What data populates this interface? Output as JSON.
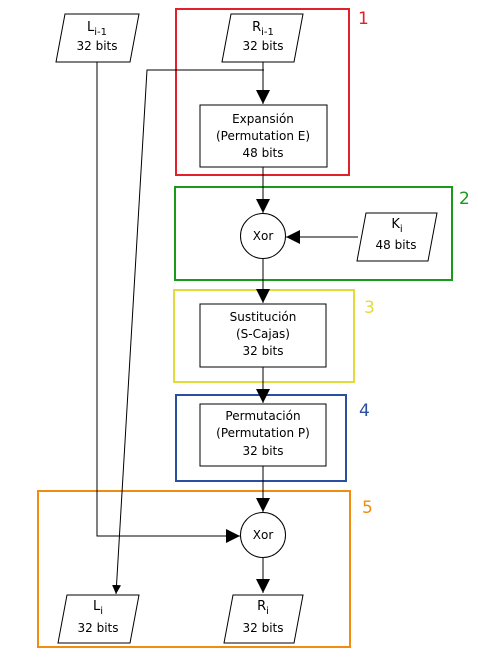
{
  "nodes": {
    "l_in": {
      "main": "L",
      "sub": "i-1",
      "bits": "32 bits"
    },
    "r_in": {
      "main": "R",
      "sub": "i-1",
      "bits": "32 bits"
    },
    "expansion": {
      "line1": "Expansión",
      "line2": "(Permutation E)",
      "line3": "48 bits"
    },
    "xor1": {
      "label": "Xor"
    },
    "key": {
      "main": "K",
      "sub": "i",
      "bits": "48 bits"
    },
    "sbox": {
      "line1": "Sustitución",
      "line2": "(S-Cajas)",
      "line3": "32 bits"
    },
    "perm": {
      "line1": "Permutación",
      "line2": "(Permutation P)",
      "line3": "32 bits"
    },
    "xor2": {
      "label": "Xor"
    },
    "l_out": {
      "main": "L",
      "sub": "i",
      "bits": "32 bits"
    },
    "r_out": {
      "main": "R",
      "sub": "i",
      "bits": "32 bits"
    }
  },
  "groups": [
    {
      "number": "1",
      "color": "#e0202a"
    },
    {
      "number": "2",
      "color": "#1a9a1a"
    },
    {
      "number": "3",
      "color": "#e2dc3a"
    },
    {
      "number": "4",
      "color": "#2a4ea0"
    },
    {
      "number": "5",
      "color": "#f08c10"
    }
  ]
}
